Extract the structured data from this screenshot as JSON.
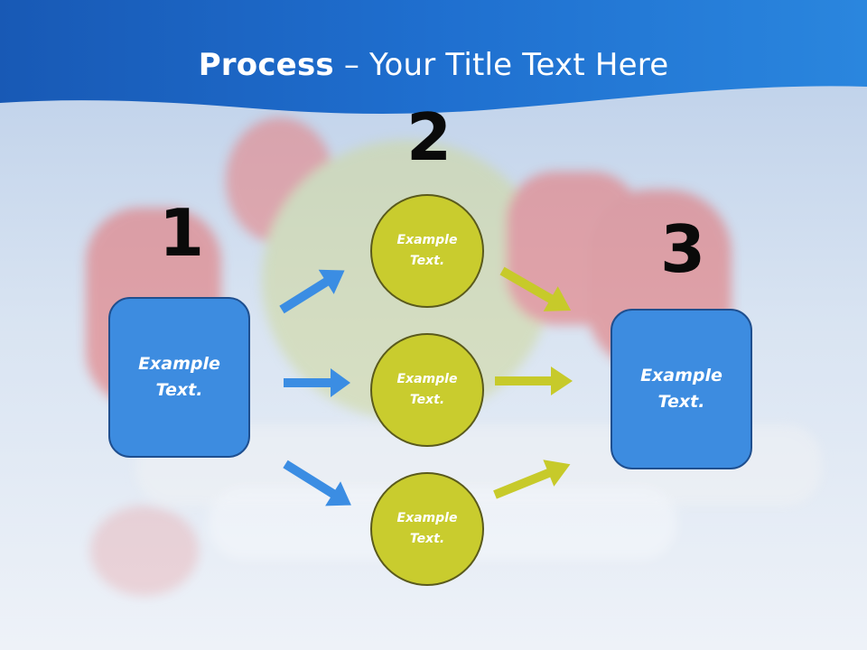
{
  "title": {
    "bold": "Process",
    "rest": " – Your Title Text Here"
  },
  "steps": {
    "one": "1",
    "two": "2",
    "three": "3"
  },
  "left_box": {
    "text": "Example Text."
  },
  "right_box": {
    "text": "Example Text."
  },
  "circles": [
    {
      "text": "Example Text."
    },
    {
      "text": "Example Text."
    },
    {
      "text": "Example Text."
    }
  ],
  "colors": {
    "header_blue": "#1f6fc9",
    "box_blue": "#3d8ce0",
    "arrow_blue": "#3b8de3",
    "circle_yellow": "#c9cc2e",
    "arrow_yellow": "#c7ca2a"
  },
  "background": {
    "photo": "apple-dumbbells-measuring-tape"
  }
}
